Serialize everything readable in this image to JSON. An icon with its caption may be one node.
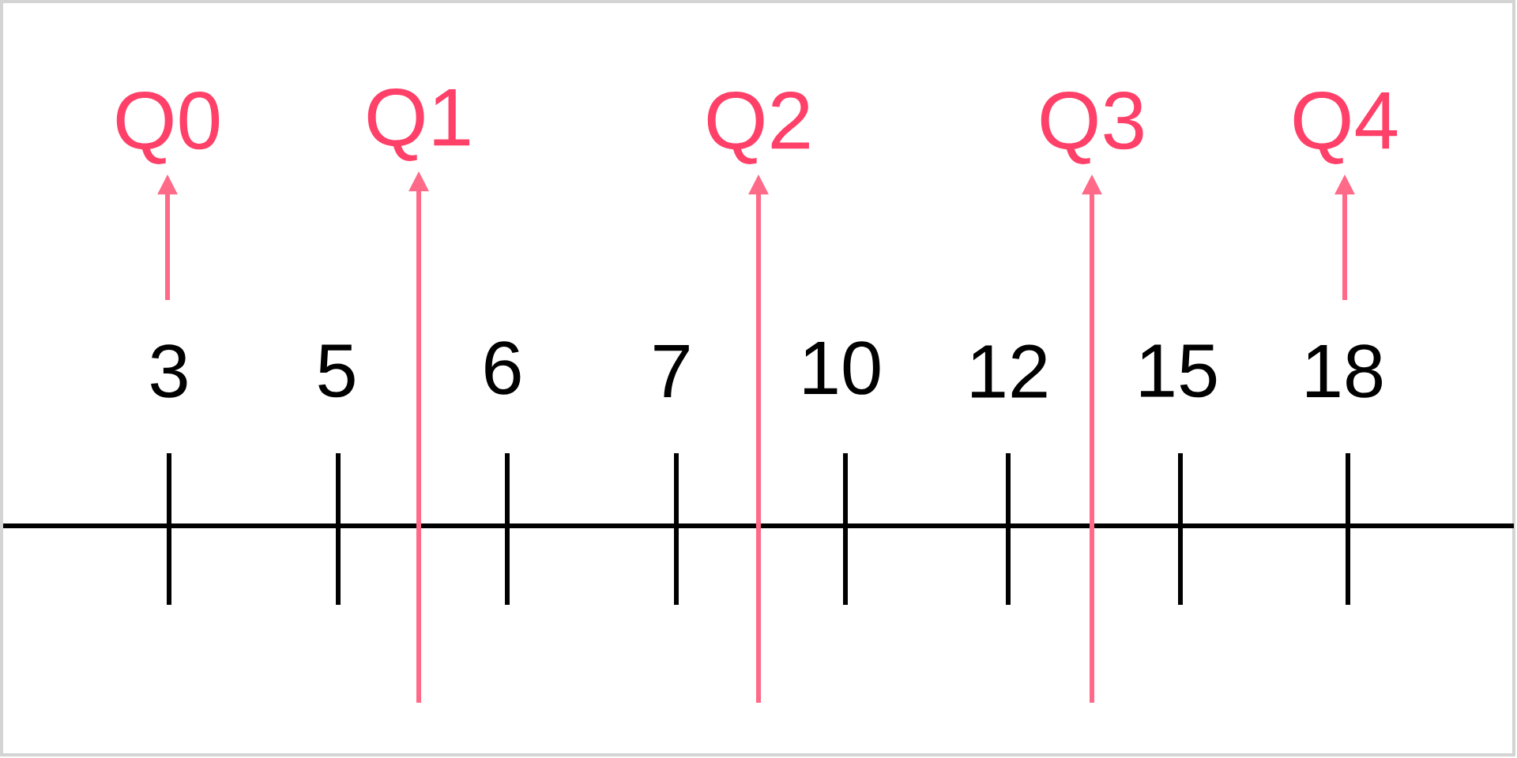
{
  "diagram": {
    "nodes": [
      {
        "text": [
          "Q0"
        ]
      },
      {
        "text": [
          "Q1"
        ]
      },
      {
        "text": [
          "Q2"
        ]
      },
      {
        "text": [
          "Q3"
        ]
      },
      {
        "text": [
          "Q4"
        ]
      }
    ],
    "edges": [
      {
        "from": null,
        "to": 0,
        "arrow": "to"
      },
      {
        "from": null,
        "to": 1,
        "arrow": "to"
      },
      {
        "from": null,
        "to": 2,
        "arrow": "to"
      },
      {
        "from": null,
        "to": 3,
        "arrow": "to"
      },
      {
        "from": null,
        "to": 4,
        "arrow": "to"
      }
    ],
    "labels": [
      "3",
      "5",
      "6",
      "7",
      "10",
      "12",
      "15",
      "18"
    ]
  }
}
